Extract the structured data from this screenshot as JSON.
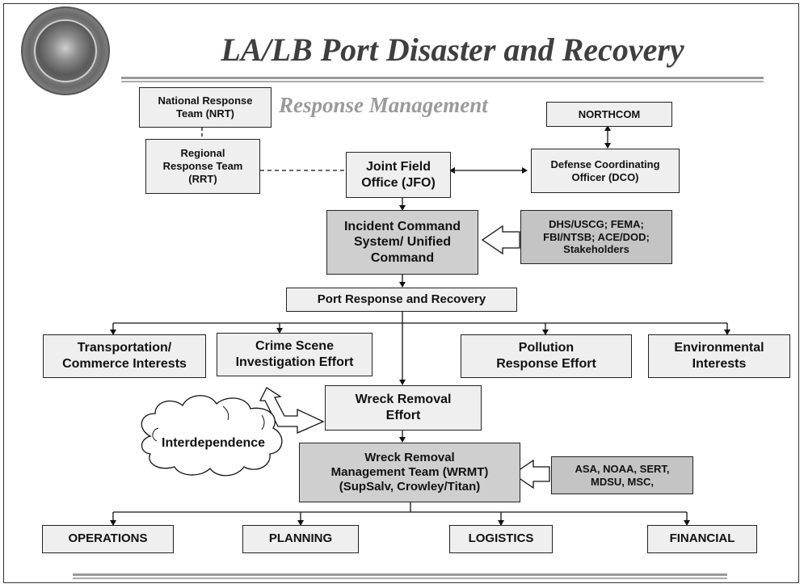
{
  "header": {
    "title": "LA/LB Port Disaster and Recovery",
    "subtitle": "Response Management"
  },
  "seal": {
    "icon": "navy-salvage-seal-icon"
  },
  "boxes": {
    "nrt": "National Response\nTeam (NRT)",
    "rrt": "Regional\nResponse Team\n(RRT)",
    "jfo": "Joint Field\nOffice (JFO)",
    "northcom": "NORTHCOM",
    "dco": "Defense Coordinating\nOfficer (DCO)",
    "ics": "Incident Command\nSystem/ Unified\nCommand",
    "agencies": "DHS/USCG; FEMA;\nFBI/NTSB; ACE/DOD;\nStakeholders",
    "port": "Port Response and Recovery",
    "transport": "Transportation/\nCommerce Interests",
    "crime": "Crime Scene\nInvestigation Effort",
    "pollution": "Pollution\nResponse Effort",
    "environment": "Environmental\nInterests",
    "wreck": "Wreck Removal\nEffort",
    "wrmt": "Wreck Removal\nManagement Team (WRMT)\n(SupSalv, Crowley/Titan)",
    "support": "ASA, NOAA, SERT,\nMDSU, MSC,",
    "operations": "OPERATIONS",
    "planning": "PLANNING",
    "logistics": "LOGISTICS",
    "financial": "FINANCIAL"
  },
  "cloud": {
    "label": "Interdependence"
  }
}
